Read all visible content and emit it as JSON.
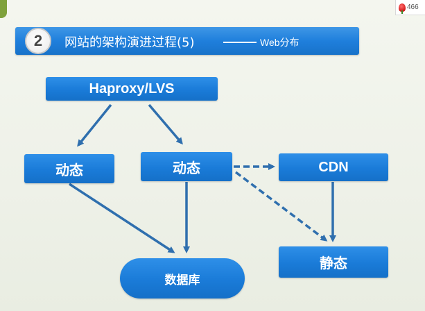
{
  "slide": {
    "number": "2",
    "title": "网站的架构演进过程(5)",
    "title_suffix": "Web分布"
  },
  "overlay": {
    "badge_text": "466"
  },
  "diagram": {
    "nodes": {
      "haproxy": "Haproxy/LVS",
      "dynamic_1": "动态",
      "dynamic_2": "动态",
      "cdn": "CDN",
      "database": "数据库",
      "static": "静态"
    }
  },
  "colors": {
    "node_blue": "#1a7bd8",
    "arrow_blue": "#2f6fae",
    "title_bar": "#1f7fdc"
  }
}
